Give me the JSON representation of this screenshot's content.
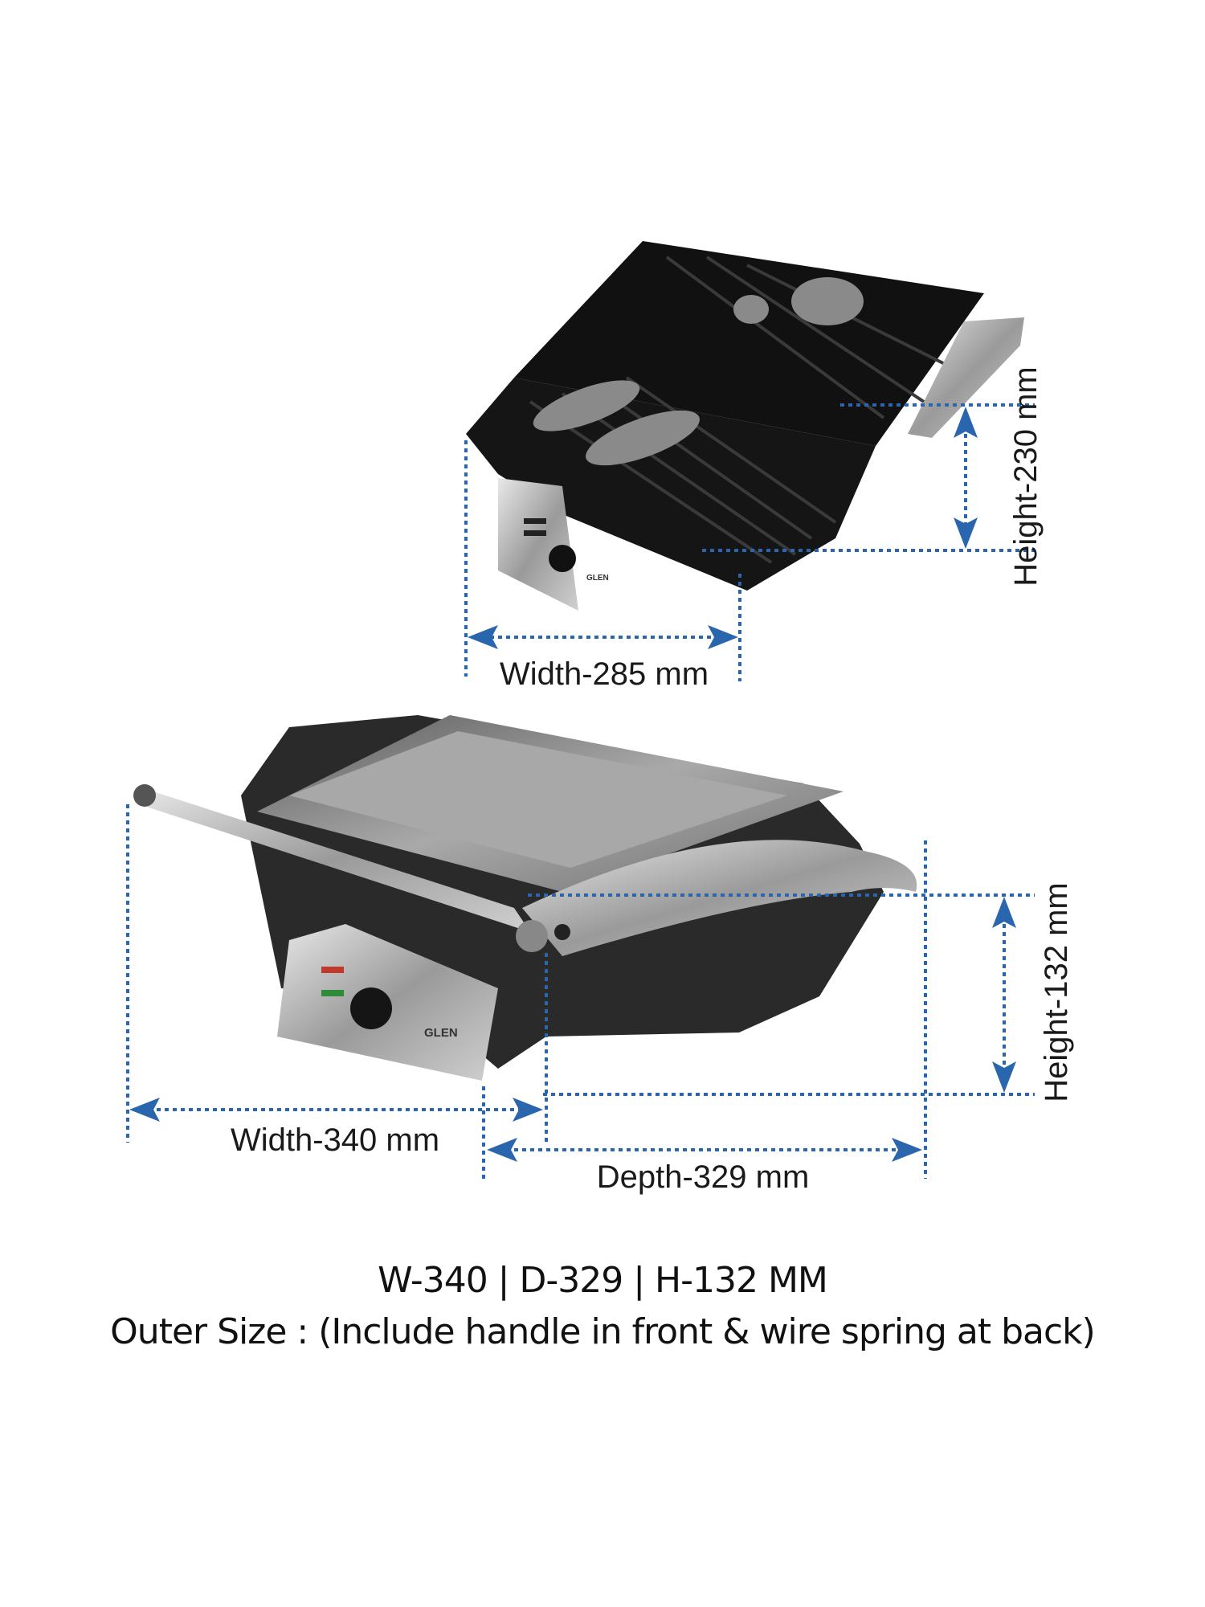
{
  "top_view": {
    "width_label": "Width-285 mm",
    "height_label": "Height-230 mm",
    "brand": "GLEN"
  },
  "bottom_view": {
    "width_label": "Width-340 mm",
    "depth_label": "Depth-329 mm",
    "height_label": "Height-132 mm",
    "brand": "GLEN"
  },
  "caption": {
    "line1": "W-340 | D-329 | H-132 MM",
    "line2": "Outer Size : (Include handle in front & wire spring at back)"
  },
  "colors": {
    "dimension_line": "#2a66ad",
    "grill_body": "#1c1c1c",
    "steel": "#b8b8b8"
  }
}
